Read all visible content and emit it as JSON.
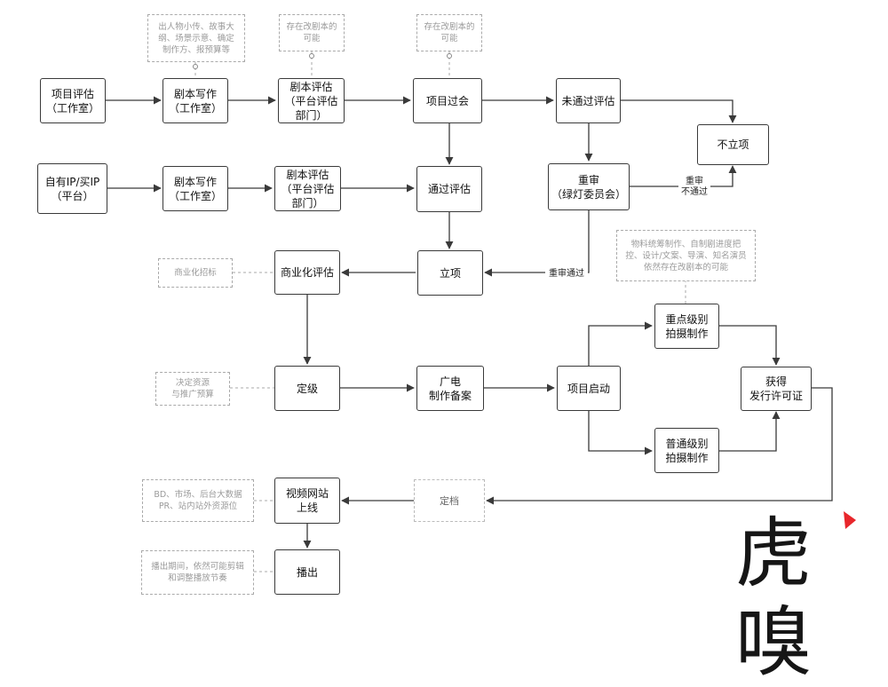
{
  "nodes": {
    "n_xmpg": "项目评估\n（工作室）",
    "n_jbxz1": "剧本写作\n（工作室）",
    "n_jbpg1": "剧本评估\n（平台评估\n部门）",
    "n_xmgh": "项目过会",
    "n_wtgpg": "未通过评估",
    "n_blx": "不立项",
    "n_zyip": "自有IP/买IP\n（平台）",
    "n_jbxz2": "剧本写作\n（工作室）",
    "n_jbpg2": "剧本评估\n（平台评估\n部门）",
    "n_tgpg": "通过评估",
    "n_cs": "重审\n（绿灯委员会）",
    "n_lx": "立项",
    "n_syhpg": "商业化评估",
    "n_dj": "定级",
    "n_gd": "广电\n制作备案",
    "n_xmqd": "项目启动",
    "n_zdjb": "重点级别\n拍摄制作",
    "n_ptjb": "普通级别\n拍摄制作",
    "n_hd": "获得\n发行许可证",
    "n_spwz": "视频网站\n上线",
    "n_bc": "播出",
    "n_dd": "定档"
  },
  "notes": {
    "note_jbxz": "出人物小传、故事大\n纲、场景示意、确定\n制作方、报预算等",
    "note_jbpg": "存在改剧本的\n可能",
    "note_xmgh": "存在改剧本的\n可能",
    "note_syh": "商业化招标",
    "note_dj": "决定资源\n与推广预算",
    "note_wl": "物料统筹制作、自制剧进度把\n控、设计/文案、导演、知名演员\n依然存在改剧本的可能",
    "note_spwz": "BD、市场、后台大数据\nPR、站内站外资源位",
    "note_bc": "播出期间，依然可能剪辑\n和调整播放节奏"
  },
  "edge_labels": {
    "cs_reject": "重审\n不通过",
    "cs_pass": "重审通过"
  },
  "logo": {
    "text": "虎嗅",
    "accent_color": "#e8262b"
  },
  "colors": {
    "stroke": "#3a3a3a",
    "dashed": "#aaaaaa"
  }
}
